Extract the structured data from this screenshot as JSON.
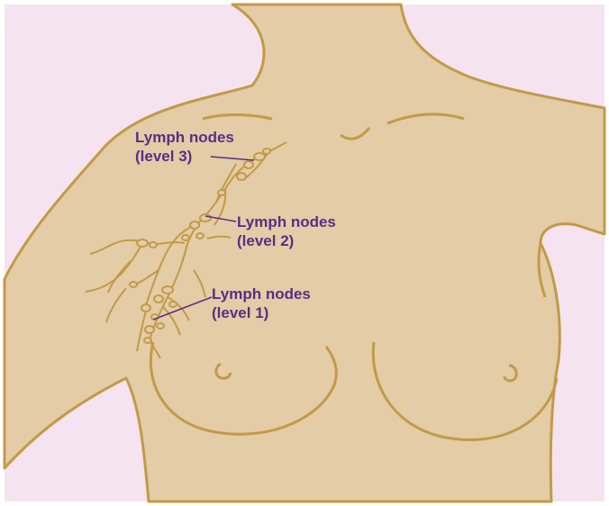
{
  "labels": {
    "level3": {
      "line1": "Lymph nodes",
      "line2": "(level 3)"
    },
    "level2": {
      "line1": "Lymph nodes",
      "line2": "(level 2)"
    },
    "level1": {
      "line1": "Lymph nodes",
      "line2": "(level 1)"
    }
  },
  "colors": {
    "background": "#f5e4ef",
    "skin": "#e3cca6",
    "outline": "#c39a46",
    "label_text": "#5b2d86",
    "leader_line": "#5b2d86"
  }
}
